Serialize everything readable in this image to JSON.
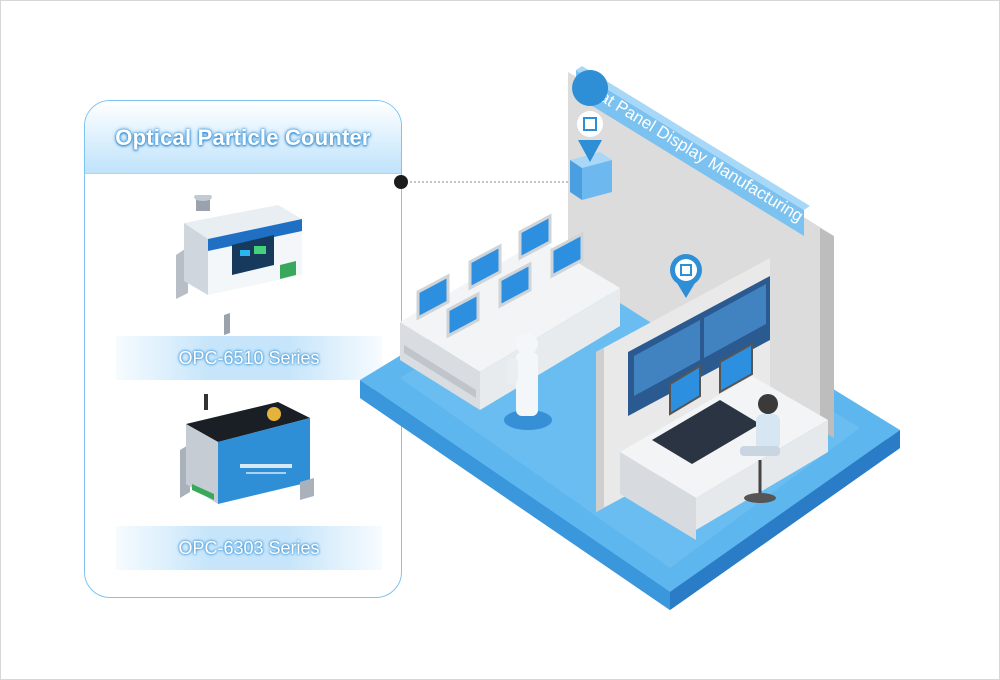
{
  "panel": {
    "title": "Optical Particle Counter",
    "products": [
      {
        "series": "OPC-6510 Series",
        "icon": "opc-6510-device-image"
      },
      {
        "series": "OPC-6303 Series",
        "icon": "opc-6303-device-image"
      }
    ]
  },
  "scene": {
    "banner": "Flat Panel Display Manufacturing",
    "markers": [
      "factory-pin-icon",
      "factory-pin-icon"
    ]
  },
  "colors": {
    "accent": "#3a94d8",
    "panel_border": "#7fc4ef",
    "floor": "#5eb6ee",
    "wall": "#dcdcdc"
  }
}
